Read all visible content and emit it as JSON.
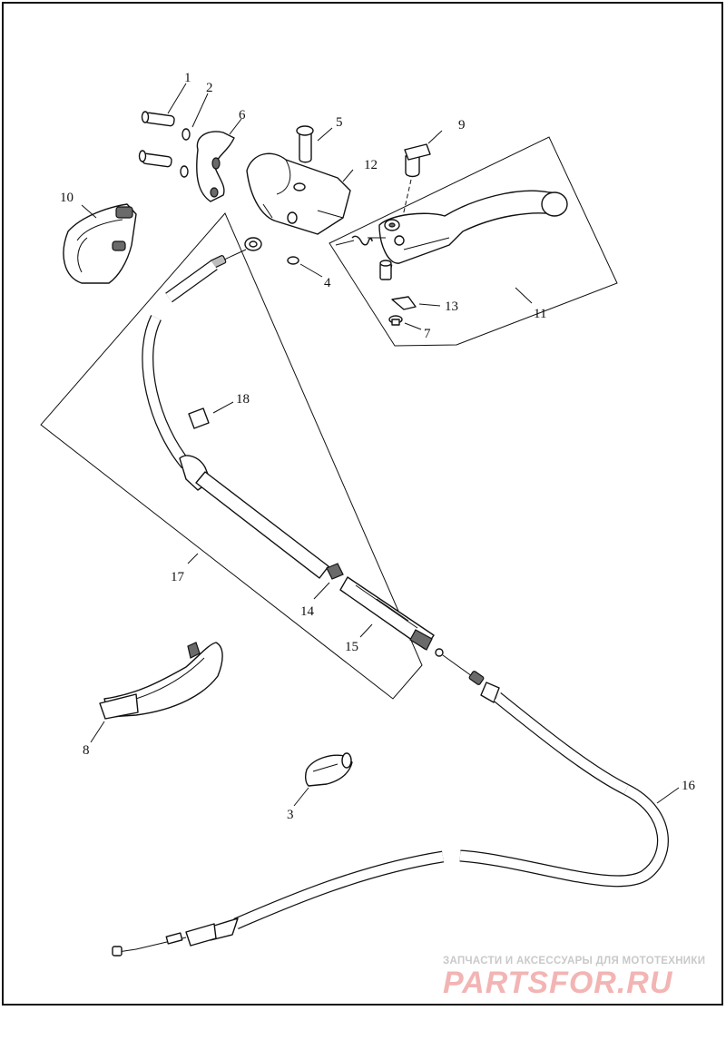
{
  "diagram": {
    "callouts": [
      {
        "id": "1",
        "label": "1"
      },
      {
        "id": "2",
        "label": "2"
      },
      {
        "id": "3",
        "label": "3"
      },
      {
        "id": "4",
        "label": "4"
      },
      {
        "id": "5",
        "label": "5"
      },
      {
        "id": "6",
        "label": "6"
      },
      {
        "id": "7",
        "label": "7"
      },
      {
        "id": "8",
        "label": "8"
      },
      {
        "id": "9",
        "label": "9"
      },
      {
        "id": "10",
        "label": "10"
      },
      {
        "id": "11",
        "label": "11"
      },
      {
        "id": "12",
        "label": "12"
      },
      {
        "id": "13",
        "label": "13"
      },
      {
        "id": "14",
        "label": "14"
      },
      {
        "id": "15",
        "label": "15"
      },
      {
        "id": "16",
        "label": "16"
      },
      {
        "id": "17",
        "label": "17"
      },
      {
        "id": "18",
        "label": "18"
      }
    ]
  },
  "watermark": {
    "tagline": "ЗАПЧАСТИ И АКСЕССУАРЫ ДЛЯ МОТОТЕХНИКИ",
    "brand": "PARTSFOR.RU",
    "brand_color": "#f3b4b4",
    "tagline_color": "#c9c9c9"
  }
}
